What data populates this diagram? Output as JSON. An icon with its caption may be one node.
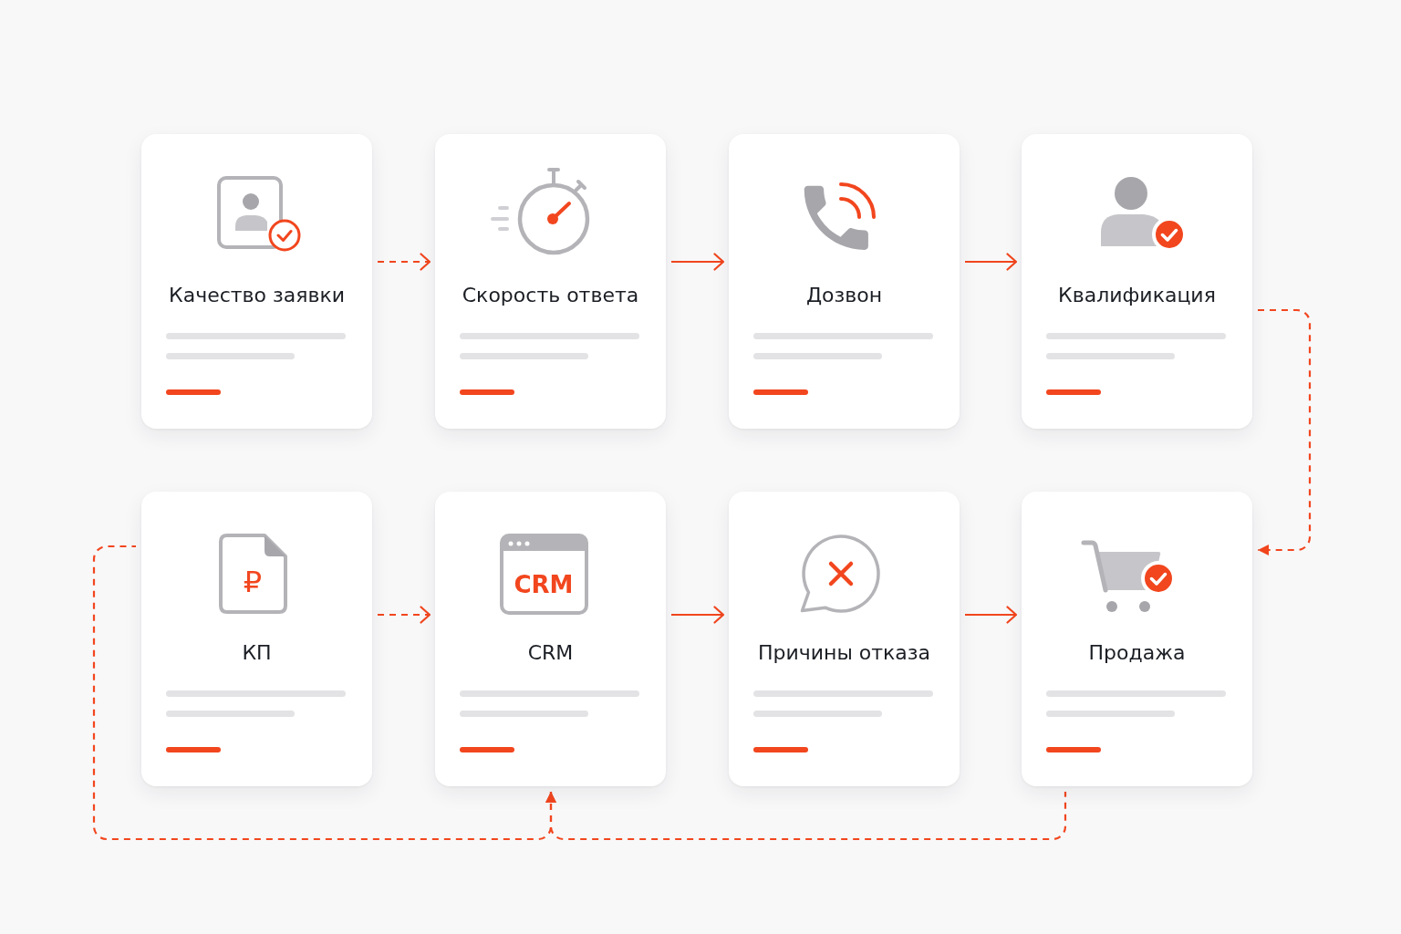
{
  "diagram": {
    "nodes": [
      {
        "text": [
          "Качество заявки"
        ]
      },
      {
        "text": [
          "Скорость ответа"
        ]
      },
      {
        "text": [
          "Дозвон"
        ]
      },
      {
        "text": [
          "Квалификация"
        ]
      },
      {
        "text": [
          "₽",
          "КП"
        ]
      },
      {
        "text": [
          "CRM",
          "CRM"
        ]
      },
      {
        "text": [
          "Причины отказа"
        ]
      },
      {
        "text": [
          "Продажа"
        ]
      }
    ],
    "edges": [
      {
        "from": 0,
        "to": 1,
        "arrow": "to",
        "style": "dashed"
      },
      {
        "from": 1,
        "to": 2,
        "arrow": "to"
      },
      {
        "from": 2,
        "to": 3,
        "arrow": "to"
      },
      {
        "from": 3,
        "to": 7,
        "arrow": "to",
        "style": "dashed"
      },
      {
        "from": 4,
        "to": 5,
        "arrow": "to",
        "style": "dashed"
      },
      {
        "from": 5,
        "to": 6,
        "arrow": "to"
      },
      {
        "from": 6,
        "to": 7,
        "arrow": "to"
      },
      {
        "from": 4,
        "to": 5,
        "arrow": "to",
        "style": "dashed"
      },
      {
        "from": 7,
        "to": 5,
        "arrow": "to",
        "style": "dashed"
      }
    ]
  }
}
